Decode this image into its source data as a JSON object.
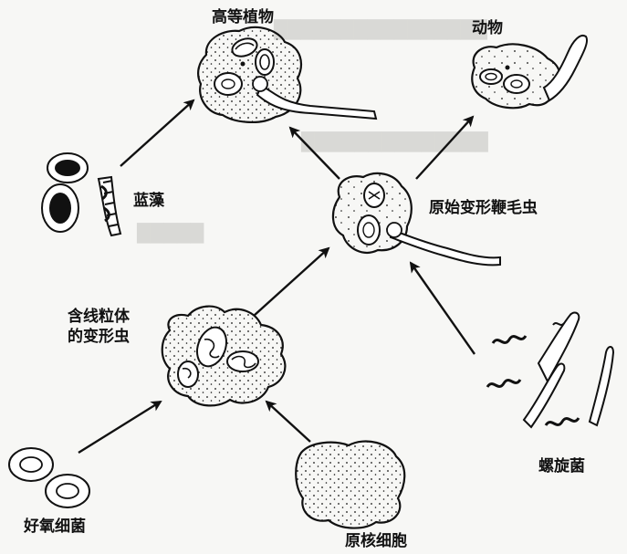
{
  "diagram": {
    "labels": {
      "higher_plants": "高等植物",
      "animals": "动物",
      "cyanobacteria": "蓝藻",
      "primitive_flagellate": "原始变形鞭毛虫",
      "amoeba_with_mitochondria_line1": "含线粒体",
      "amoeba_with_mitochondria_line2": "的变形虫",
      "spirochete": "螺旋菌",
      "aerobic_bacteria": "好氧细菌",
      "prokaryotic_cell": "原核细胞"
    },
    "colors": {
      "ink": "#111111",
      "background": "#f7f7f5",
      "bleed_through": "#d9d9d6"
    }
  }
}
